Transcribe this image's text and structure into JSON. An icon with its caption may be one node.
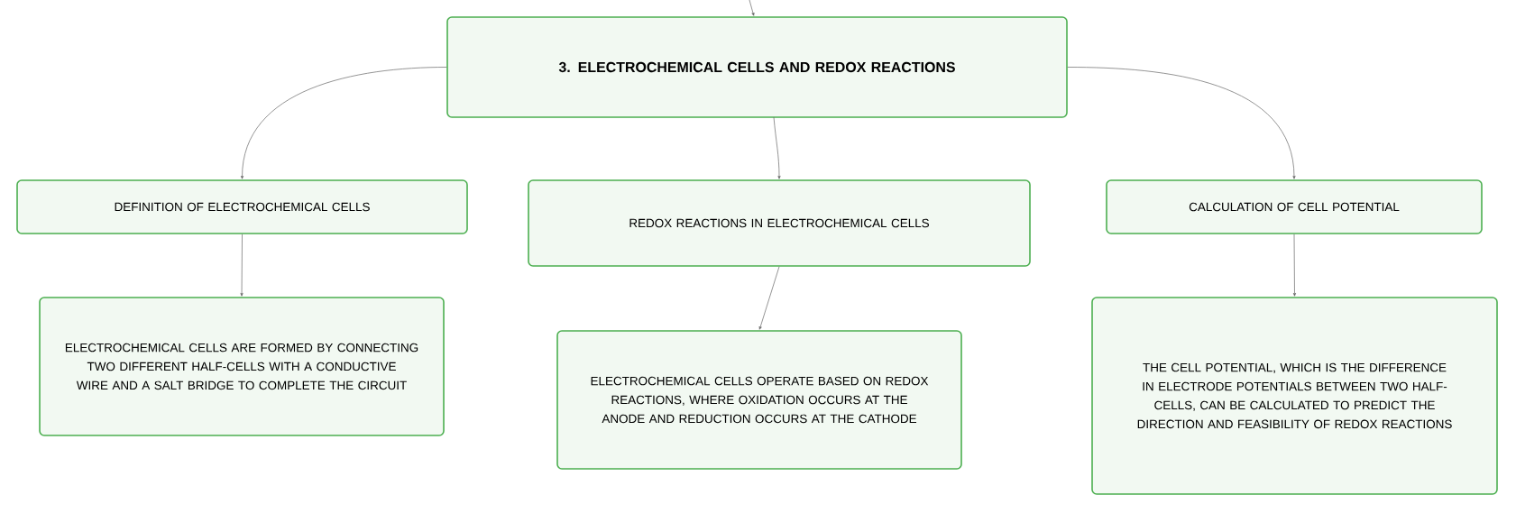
{
  "diagram": {
    "nodes": [
      {
        "text": [
          "3. ELECTROCHEMICAL CELLS AND REDOX REACTIONS"
        ]
      },
      {
        "text": [
          "DEFINITION OF ELECTROCHEMICAL CELLS"
        ]
      },
      {
        "text": [
          "REDOX REACTIONS IN ELECTROCHEMICAL CELLS"
        ]
      },
      {
        "text": [
          "CALCULATION OF CELL POTENTIAL"
        ]
      },
      {
        "text": [
          "ELECTROCHEMICAL CELLS ARE FORMED BY CONNECTING TWO DIFFERENT HALF-CELLS WITH A CONDUCTIVE WIRE AND A SALT BRIDGE TO COMPLETE THE CIRCUIT"
        ]
      },
      {
        "text": [
          "ELECTROCHEMICAL CELLS OPERATE BASED ON REDOX REACTIONS, WHERE OXIDATION OCCURS AT THE ANODE AND REDUCTION OCCURS AT THE CATHODE"
        ]
      },
      {
        "text": [
          "THE CELL POTENTIAL, WHICH IS THE DIFFERENCE IN ELECTRODE POTENTIALS BETWEEN TWO HALF-CELLS, CAN BE CALCULATED TO PREDICT THE DIRECTION AND FEASIBILITY OF REDOX REACTIONS"
        ]
      }
    ],
    "edges": [
      {
        "from": null,
        "to": 0,
        "arrow": "to"
      },
      {
        "from": 0,
        "to": 1,
        "arrow": "to"
      },
      {
        "from": 0,
        "to": 2,
        "arrow": "to"
      },
      {
        "from": 0,
        "to": 3,
        "arrow": "to"
      },
      {
        "from": 1,
        "to": 4,
        "arrow": "to"
      },
      {
        "from": 2,
        "to": 5,
        "arrow": "to"
      },
      {
        "from": 3,
        "to": 6,
        "arrow": "to"
      }
    ]
  }
}
